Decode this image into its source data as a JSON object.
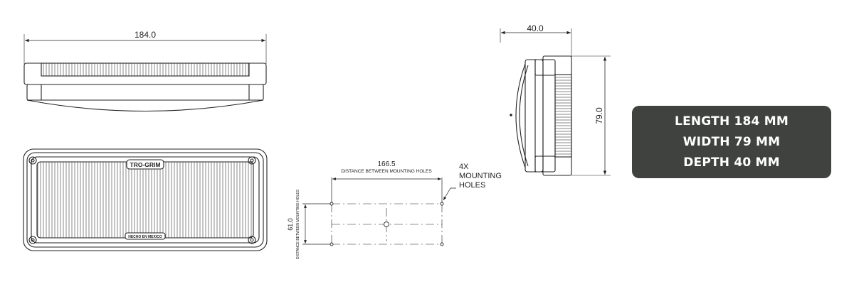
{
  "top_view": {
    "length_label": "184.0"
  },
  "side_view": {
    "depth_label": "40.0",
    "height_label": "79.0"
  },
  "front_view": {
    "logo_text": "TRO-GRIM",
    "stamp_text": "HECHO EN MEXICO"
  },
  "mounting": {
    "horizontal_value": "166.5",
    "horizontal_caption": "DISTANCE BETWEEN MOUNTING HOLES",
    "vertical_value": "61.0",
    "vertical_caption": "DISTANCE BETWEEN MOUNTING HOLES",
    "callout_lines": [
      "4X",
      "MOUNTING",
      "HOLES"
    ]
  },
  "specs": {
    "length": "LENGTH 184 MM",
    "width": "WIDTH 79 MM",
    "depth": "DEPTH 40 MM"
  },
  "colors": {
    "line": "#222222",
    "box_bg": "#3f423f",
    "box_text": "#ffffff"
  }
}
